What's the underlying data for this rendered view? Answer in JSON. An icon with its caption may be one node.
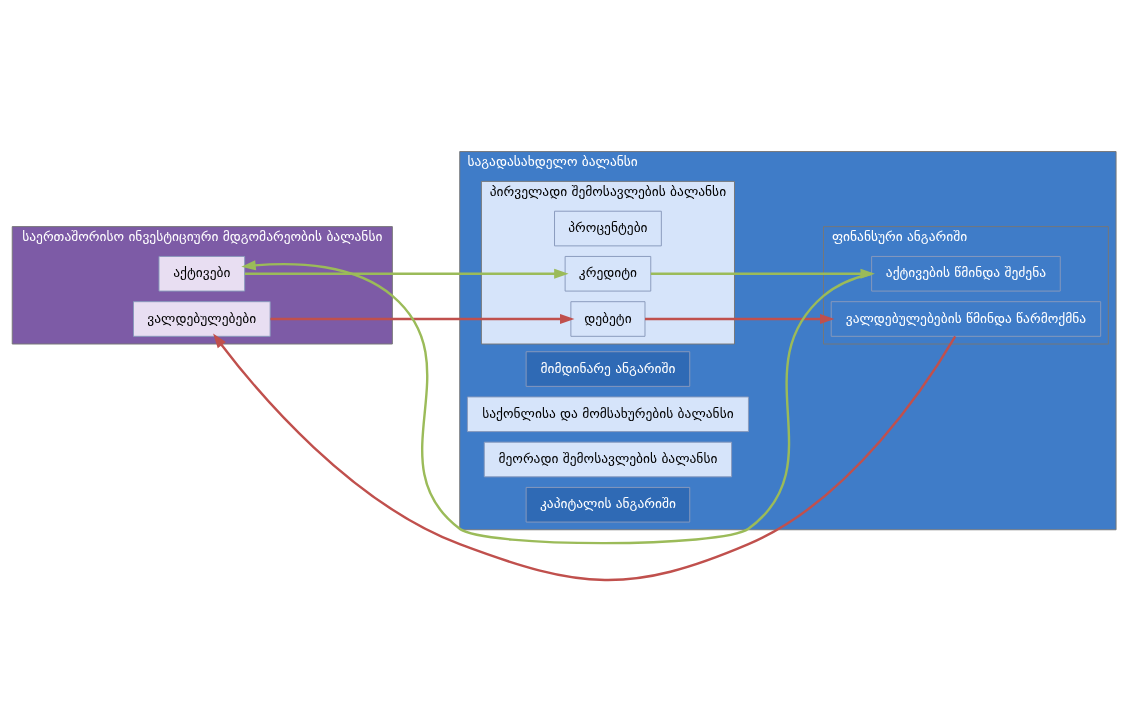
{
  "diagram": {
    "nodes": [
      {
        "text": [
          "საერთაშორისო ინვესტიციური მდგომარეობის ბალანსი"
        ]
      },
      {
        "text": [
          "აქტივები"
        ],
        "in": 0
      },
      {
        "text": [
          "ვალდებულებები"
        ],
        "in": 0
      },
      {
        "text": [
          "საგადასახდელო ბალანსი"
        ]
      },
      {
        "text": [
          "მიმდინარე ანგარიში"
        ],
        "in": 3
      },
      {
        "text": [
          "საქონლისა და მომსახურების ბალანსი"
        ],
        "in": 3
      },
      {
        "text": [
          "პირველადი შემოსავლების ბალანსი"
        ],
        "in": 3
      },
      {
        "text": [
          "პროცენტები"
        ],
        "in": 6
      },
      {
        "text": [
          "კრედიტი"
        ],
        "in": 6
      },
      {
        "text": [
          "დებეტი"
        ],
        "in": 6
      },
      {
        "text": [
          "მეორადი შემოსავლების ბალანსი"
        ],
        "in": 3
      },
      {
        "text": [
          "კაპიტალის ანგარიში"
        ],
        "in": 3
      },
      {
        "text": [
          "ფინანსური ანგარიში"
        ],
        "in": 3
      },
      {
        "text": [
          "აქტივების წმინდა შეძენა"
        ],
        "in": 12
      },
      {
        "text": [
          "ვალდებულებების წმინდა წარმოქმნა"
        ],
        "in": 12
      }
    ],
    "edges": [
      {
        "from": 1,
        "to": 8,
        "arrow": "to",
        "color": "#9bbb59"
      },
      {
        "from": 2,
        "to": 9,
        "arrow": "to",
        "color": "#c0504d"
      },
      {
        "from": 8,
        "to": 13,
        "arrow": "to",
        "color": "#9bbb59"
      },
      {
        "from": 9,
        "to": 14,
        "arrow": "to",
        "color": "#c0504d"
      },
      {
        "from": 13,
        "to": 1,
        "arrow": "to",
        "color": "#9bbb59"
      },
      {
        "from": 14,
        "to": 2,
        "arrow": "to",
        "color": "#c0504d"
      }
    ]
  }
}
